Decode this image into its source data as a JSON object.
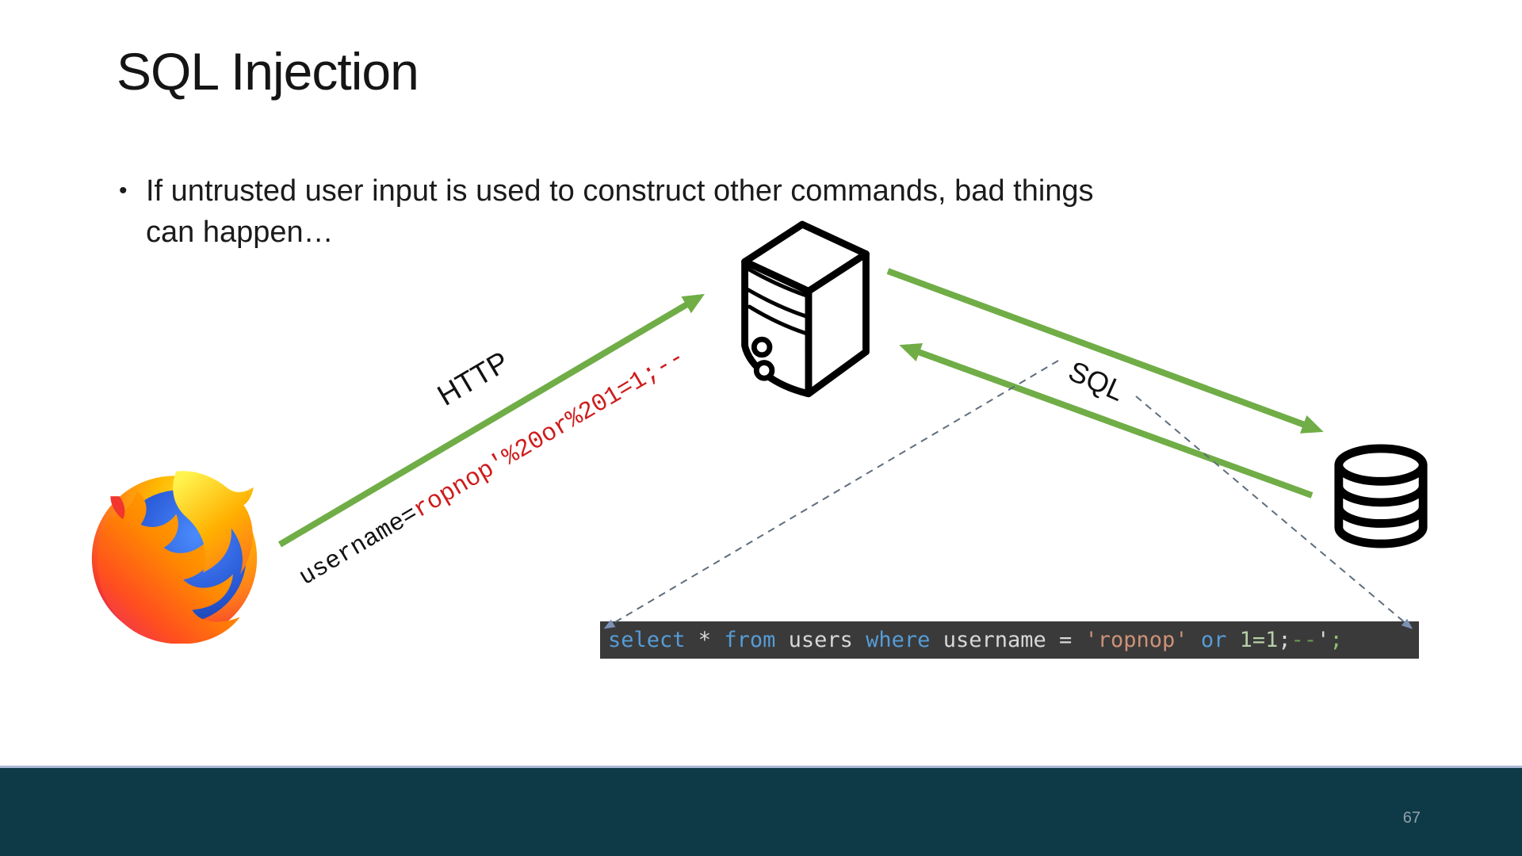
{
  "slide": {
    "title": "SQL Injection",
    "bullet_text": "If untrusted user input is used to construct other commands, bad things can happen…",
    "bullet_marker": "•",
    "page_number": "67"
  },
  "diagram": {
    "http_label": "HTTP",
    "sql_label": "SQL",
    "payload_prefix": "username=",
    "payload_injection": "ropnop'%20or%201=1;--",
    "icons": {
      "browser": "firefox-browser-icon",
      "server": "web-server-icon",
      "database": "database-icon"
    }
  },
  "code": {
    "tokens": [
      {
        "text": "select",
        "color": "#569cd6"
      },
      {
        "text": " * ",
        "color": "#d8d8d8"
      },
      {
        "text": "from",
        "color": "#569cd6"
      },
      {
        "text": " users ",
        "color": "#d8d8d8"
      },
      {
        "text": "where",
        "color": "#569cd6"
      },
      {
        "text": " username = ",
        "color": "#d8d8d8"
      },
      {
        "text": "'ropnop'",
        "color": "#ce9178"
      },
      {
        "text": " ",
        "color": "#d8d8d8"
      },
      {
        "text": "or",
        "color": "#569cd6"
      },
      {
        "text": " ",
        "color": "#d8d8d8"
      },
      {
        "text": "1=1",
        "color": "#b5cea8"
      },
      {
        "text": ";",
        "color": "#d8d8d8"
      },
      {
        "text": "--",
        "color": "#6a9955"
      },
      {
        "text": "'",
        "color": "#d8d8d8"
      },
      {
        "text": ";",
        "color": "#8fbf6f"
      }
    ]
  },
  "colors": {
    "arrow_green": "#70ad47",
    "payload_red": "#cf1b1b",
    "code_background": "#3a3a3a",
    "footer_background": "#0e3a48",
    "footer_top_line": "#aab8d6",
    "page_number_gray": "#93a0a9",
    "dashed_connector": "#5f6d7d"
  }
}
